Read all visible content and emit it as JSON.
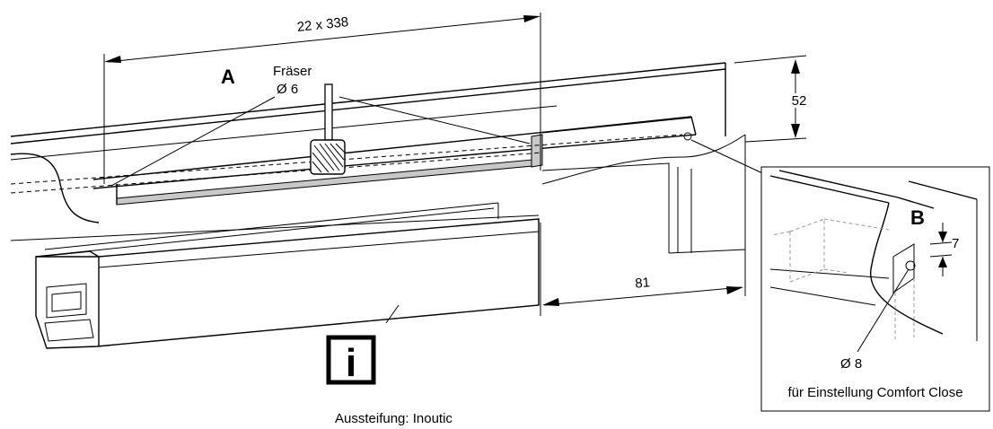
{
  "dimensions": {
    "width_label": "22 x 338",
    "height_label": "52",
    "offset_label": "81",
    "hole_offset_label": "7"
  },
  "labels": {
    "detail_a": "A",
    "detail_b": "B",
    "cutter": "Fräser",
    "cutter_diameter": "Ø 6",
    "hole_diameter": "Ø 8",
    "comfort_close_note": "für Einstellung Comfort Close",
    "reinforcement_note": "Aussteifung: Inoutic"
  },
  "info_symbol": "i"
}
